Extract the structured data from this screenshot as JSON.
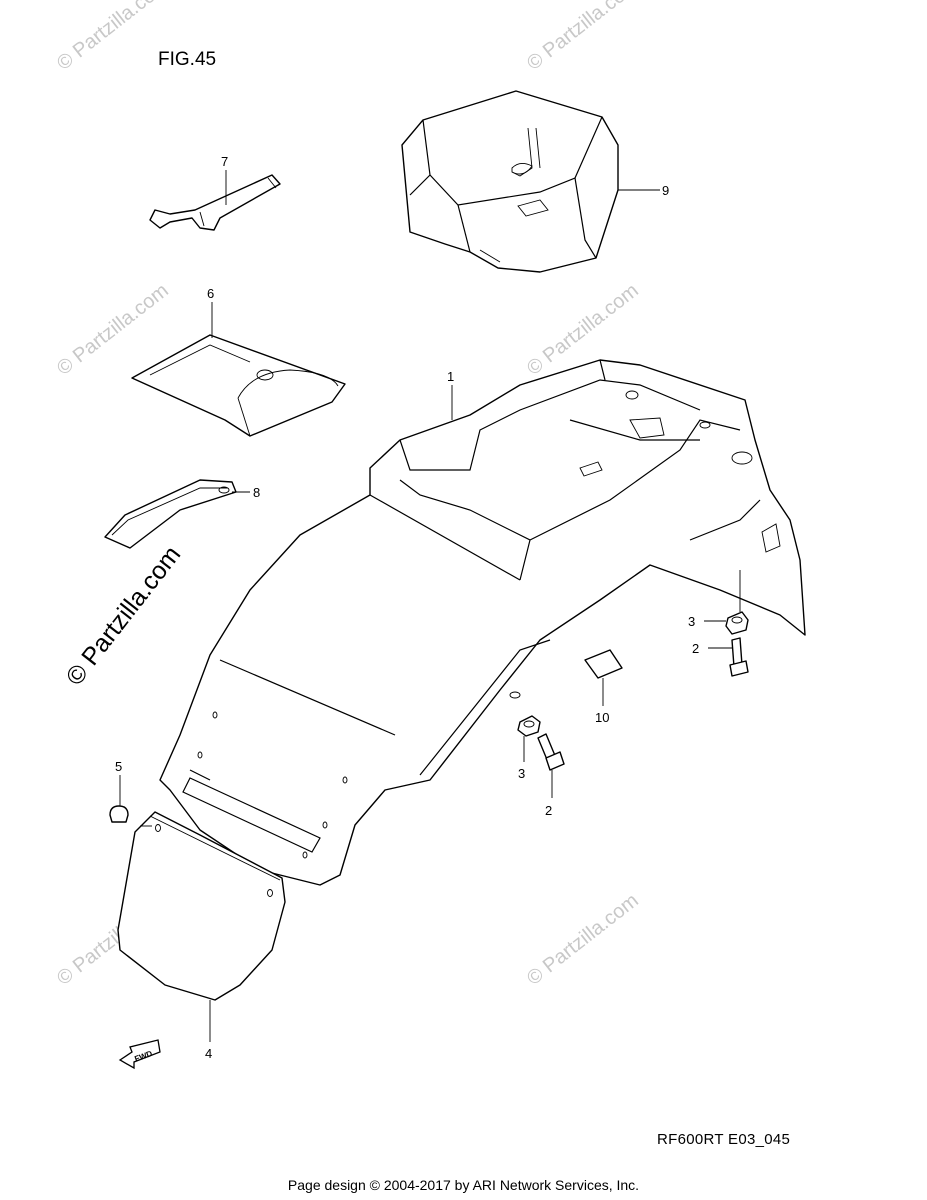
{
  "figure": {
    "title": "FIG.45",
    "code": "RF600RT E03_045"
  },
  "footer": {
    "text": "Page design © 2004-2017 by ARI Network Services, Inc."
  },
  "watermark": {
    "text": "© Partzilla.com",
    "color": "#c8c8c8"
  },
  "parts": {
    "p1": "1",
    "p2a": "2",
    "p2b": "2",
    "p3a": "3",
    "p3b": "3",
    "p4": "4",
    "p5": "5",
    "p6": "6",
    "p7": "7",
    "p8": "8",
    "p9": "9",
    "p10": "10"
  },
  "direction": {
    "label": "FWD"
  }
}
